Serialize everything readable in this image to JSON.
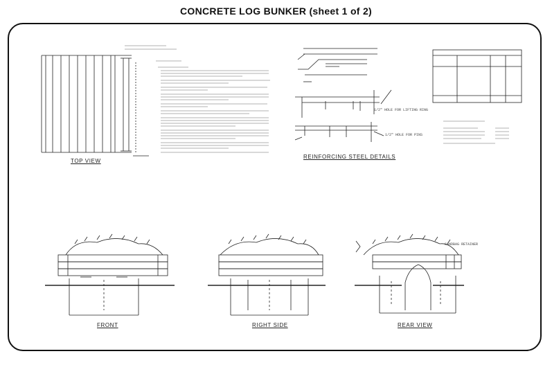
{
  "title": "CONCRETE LOG BUNKER (sheet 1 of 2)",
  "captions": {
    "top_view": "TOP VIEW",
    "reinforcing": "REINFORCING STEEL DETAILS",
    "front": "FRONT",
    "right_side": "RIGHT SIDE",
    "rear_view": "REAR VIEW"
  },
  "labels": {
    "hole_for_lifting_ring": "1/2\" HOLE FOR LIFTING RING",
    "hole_for_pins": "1/2\" HOLE FOR PINS",
    "sandbag_retainer": "SANDBAG RETAINER"
  },
  "colors": {
    "ink": "#111111",
    "paper": "#ffffff"
  }
}
